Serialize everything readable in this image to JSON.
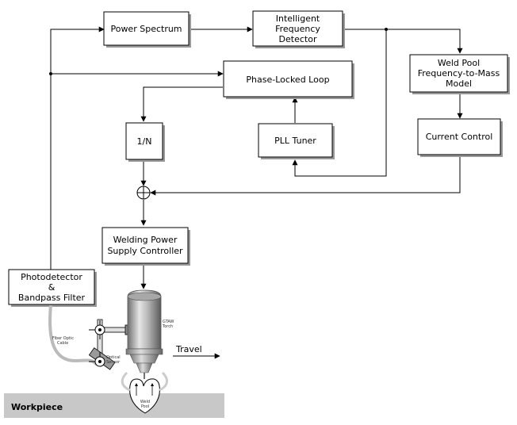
{
  "blocks": {
    "power_spectrum": "Power Spectrum",
    "freq_detector": [
      "Intelligent",
      "Frequency",
      "Detector"
    ],
    "weld_pool_model": [
      "Weld Pool",
      "Frequency-to-Mass",
      "Model"
    ],
    "pll": "Phase-Locked Loop",
    "divider": "1/N",
    "pll_tuner": "PLL Tuner",
    "current_control": "Current Control",
    "power_supply": [
      "Welding Power",
      "Supply Controller"
    ],
    "photodetector": [
      "Photodetector",
      "&",
      "Bandpass Filter"
    ]
  },
  "illustration": {
    "torch_label": [
      "GTAW",
      "Torch"
    ],
    "fiber_label": [
      "Fiber Optic",
      "Cable"
    ],
    "sensor_label": [
      "Optical",
      "Sensor"
    ],
    "weld_pool_label": [
      "Weld",
      "Pool"
    ],
    "travel_label": "Travel",
    "workpiece_label": "Workpiece"
  }
}
